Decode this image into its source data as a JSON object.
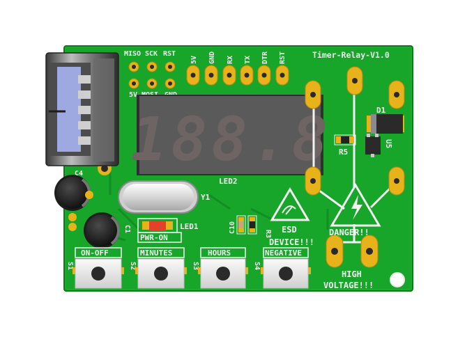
{
  "board": {
    "title": "Timer-Relay-V1.0",
    "display_digits": "188.8",
    "colors": {
      "pcb": "#17a52a",
      "pad_gold": "#e8b21a",
      "silkscreen": "#f2f2f2",
      "display_body": "#5a5a5a",
      "display_digit_off": "#6b6262",
      "button_body": "#e9e9e9",
      "led_red": "#e4412c"
    }
  },
  "isp_header": {
    "top_labels": [
      "MISO",
      "SCK",
      "RST"
    ],
    "bottom_labels": [
      "5V",
      "MOSI",
      "GND"
    ]
  },
  "serial_header": {
    "labels": [
      "5V",
      "GND",
      "RX",
      "TX",
      "DTR",
      "RST"
    ]
  },
  "components": {
    "display": "LED2",
    "crystal": "Y1",
    "capacitor_top": "C4",
    "capacitor_bottom": "C1",
    "power_led": "LED1",
    "power_led_caption": "PWR-ON",
    "diode": "D1",
    "resistor_top": "R5",
    "regulator": "U5",
    "capacitor_small": "C10",
    "resistor_small": "R3"
  },
  "warnings": {
    "esd_line1": "ESD",
    "esd_line2": "DEVICE!!!",
    "danger": "DANGER!!",
    "hv_line1": "HIGH",
    "hv_line2": "VOLTAGE!!!"
  },
  "buttons": [
    {
      "ref": "S1",
      "label": "ON-OFF"
    },
    {
      "ref": "S2",
      "label": "MINUTES"
    },
    {
      "ref": "S3",
      "label": "HOURS"
    },
    {
      "ref": "S4",
      "label": "NEGATIVE"
    }
  ]
}
